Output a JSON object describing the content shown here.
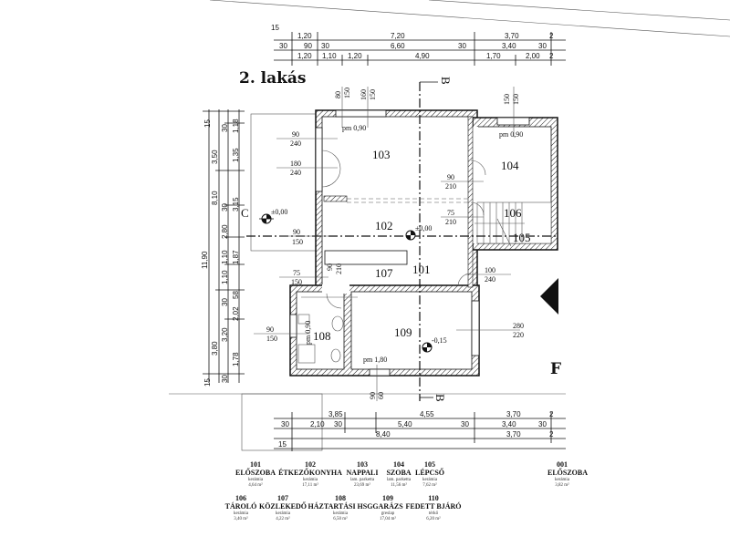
{
  "title": "2. lakás",
  "section_marks": {
    "b_top": "B",
    "b_bottom": "B",
    "c_left": "C"
  },
  "dims_top": {
    "row1": [
      "1,20",
      "7,20",
      "3,70",
      "2"
    ],
    "row2": [
      "30",
      "90",
      "30",
      "6,60",
      "30",
      "3,40",
      "30"
    ],
    "row3": [
      "1,20",
      "1,10",
      "1,20",
      "4,90",
      "1,70",
      "2,00",
      "2"
    ],
    "header": "15"
  },
  "dims_bottom": {
    "row1": [
      "3,85",
      "4,55",
      "3,70",
      "2"
    ],
    "row2": [
      "30",
      "2,10",
      "30",
      "5,40",
      "30",
      "3,40",
      "30"
    ],
    "row3": [
      "8,40",
      "3,70",
      "2"
    ],
    "row4": [
      "15"
    ]
  },
  "dims_left": {
    "col1": [
      "15",
      "11,90",
      "15"
    ],
    "col2": [
      "3,50",
      "8,10",
      "3,80"
    ],
    "col3": [
      "30",
      "30",
      "2,80",
      "1,10",
      "1,10",
      "30",
      "3,20",
      "30"
    ],
    "col4": [
      "1,18",
      "1,35",
      "3,15",
      "1,87",
      "58",
      "2,02",
      "1,78"
    ]
  },
  "openings": [
    {
      "w": "90",
      "h": "240"
    },
    {
      "w": "180",
      "h": "240"
    },
    {
      "w": "90",
      "h": "210"
    },
    {
      "w": "75",
      "h": "210"
    },
    {
      "w": "90",
      "h": "150"
    },
    {
      "w": "75",
      "h": "150"
    },
    {
      "w": "100",
      "h": "240"
    },
    {
      "w": "90",
      "h": "150"
    },
    {
      "w": "280",
      "h": "220"
    },
    {
      "w": "80",
      "h": "150"
    },
    {
      "w": "160",
      "h": "150"
    },
    {
      "w": "150",
      "h": "150"
    },
    {
      "w": "90",
      "h": "60"
    },
    {
      "w": "90",
      "h": "210"
    }
  ],
  "sill_heights": [
    "pm 0,90",
    "pm 0,90",
    "pm 1,80",
    "pm 0,90"
  ],
  "levels": [
    "±0,00",
    "±0,00",
    "-0,15"
  ],
  "rooms": [
    "101",
    "102",
    "103",
    "104",
    "105",
    "106",
    "107",
    "108",
    "109"
  ],
  "legend": [
    {
      "num": "101",
      "name": "ELŐSZOBA",
      "floor": "kerámia",
      "area": "4,64 m²"
    },
    {
      "num": "102",
      "name": "ÉTKEZŐKONYHA",
      "floor": "kerámia",
      "area": "17,11 m²"
    },
    {
      "num": "103",
      "name": "NAPPALI",
      "floor": "lam. parketta",
      "area": "23,69 m²"
    },
    {
      "num": "104",
      "name": "SZOBA",
      "floor": "lam. parketta",
      "area": "11,56 m²"
    },
    {
      "num": "105",
      "name": "LÉPCSŐ",
      "floor": "kerámia",
      "area": "7,62 m²"
    },
    {
      "num": "106",
      "name": "TÁROLÓ",
      "floor": "kerámia",
      "area": "3,40 m²"
    },
    {
      "num": "107",
      "name": "KÖZLEKEDŐ",
      "floor": "kerámia",
      "area": "4,22 m²"
    },
    {
      "num": "108",
      "name": "HÁZTARTÁSI HSG",
      "floor": "kerámia",
      "area": "6,50 m²"
    },
    {
      "num": "109",
      "name": "GARÁZS",
      "floor": "greslap",
      "area": "17,04 m²"
    },
    {
      "num": "110",
      "name": "FEDETT BJÁRÓ",
      "floor": "térkő",
      "area": "6,20 m²"
    },
    {
      "num": "001",
      "name": "ELŐSZOBA",
      "floor": "kerámia",
      "area": "3,82 m²"
    }
  ],
  "cut_letter": "F"
}
